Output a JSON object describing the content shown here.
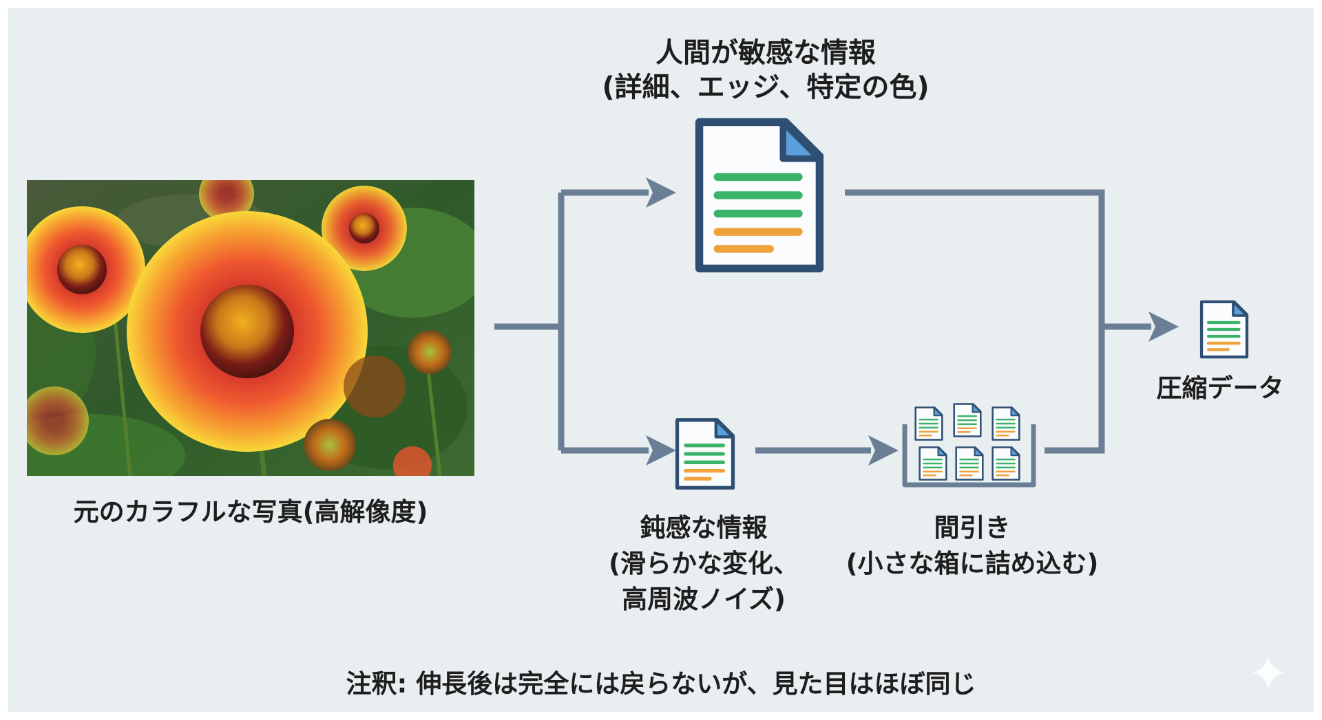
{
  "original_photo": {
    "caption": "元のカラフルな写真(高解像度)"
  },
  "sensitive_branch": {
    "title": "人間が敏感な情報",
    "subtitle": "(詳細、エッジ、特定の色)"
  },
  "insensitive_branch": {
    "title": "鈍感な情報",
    "subtitle_line1": "(滑らかな変化、",
    "subtitle_line2": "高周波ノイズ)"
  },
  "thinning_step": {
    "title": "間引き",
    "subtitle": "(小さな箱に詰め込む)"
  },
  "output": {
    "label": "圧縮データ"
  },
  "footnote": "注釈: 伸長後は完全には戻らないが、見た目はほぼ同じ",
  "colors": {
    "background": "#e9eef1",
    "connector": "#6a7f95",
    "doc_outline": "#2f4f72",
    "doc_corner": "#5a9fdc",
    "line_green": "#3bb36b",
    "line_orange": "#f0a23a"
  },
  "icons": [
    "document-icon",
    "arrow-right-icon",
    "container-box-icon",
    "sparkle-icon"
  ]
}
